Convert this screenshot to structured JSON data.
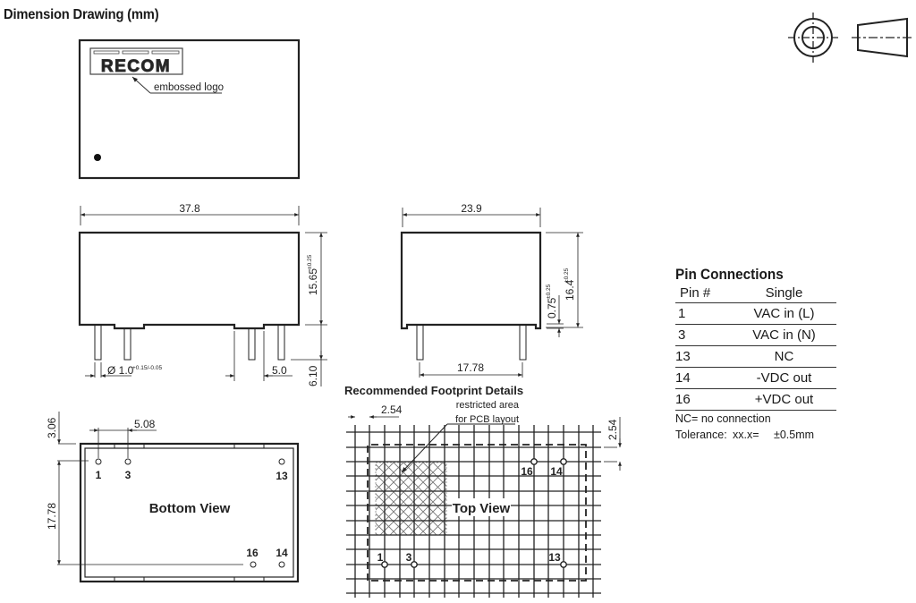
{
  "title": "Dimension Drawing (mm)",
  "top_view_package": {
    "logo_text": "RECOM",
    "logo_label": "embossed logo"
  },
  "side_view_long": {
    "width": "37.8",
    "height": "15.65",
    "height_tolerance": "±0.25",
    "pin_diameter": "Ø 1.0",
    "pin_diameter_tolerance": "+0.15/-0.05",
    "pin_spacing_right": "5.0",
    "pin_length": "6.10"
  },
  "side_view_short": {
    "width": "23.9",
    "height": "16.4",
    "height_tolerance": "±0.25",
    "standoff": "0.75",
    "standoff_tolerance": "±0.25",
    "pin_pitch": "17.78"
  },
  "bottom_view": {
    "label": "Bottom View",
    "dim_top_offset": "3.06",
    "dim_pin_pitch": "5.08",
    "dim_row_spacing": "17.78",
    "pins": [
      "1",
      "3",
      "13",
      "16",
      "14"
    ]
  },
  "footprint": {
    "title": "Recommended Footprint Details",
    "restricted_label_line1": "restricted area",
    "restricted_label_line2": "for PCB layout",
    "grid_pitch_h": "2.54",
    "grid_pitch_v": "2.54",
    "label": "Top View",
    "pins": [
      "1",
      "3",
      "13",
      "16",
      "14"
    ]
  },
  "pin_connections": {
    "title": "Pin Connections",
    "headers": [
      "Pin #",
      "Single"
    ],
    "rows": [
      {
        "pin": "1",
        "function": "VAC in (L)"
      },
      {
        "pin": "3",
        "function": "VAC in (N)"
      },
      {
        "pin": "13",
        "function": "NC"
      },
      {
        "pin": "14",
        "function": "-VDC out"
      },
      {
        "pin": "16",
        "function": "+VDC out"
      }
    ],
    "note": "NC= no connection",
    "tolerance_label": "Tolerance:",
    "tolerance_format": "xx.x=",
    "tolerance_value": "±0.5mm"
  },
  "projection_symbol": "first-angle-projection-icon"
}
